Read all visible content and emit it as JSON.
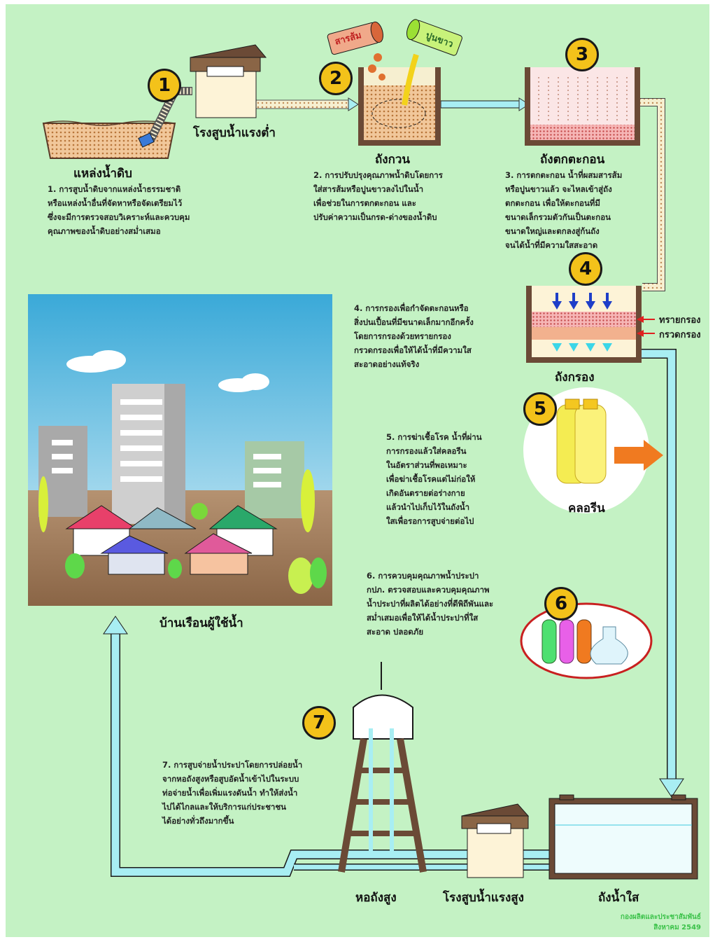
{
  "steps": [
    {
      "number": "1",
      "label": "แหล่งน้ำดิบ",
      "desc": "1. การสูบน้ำดิบจากแหล่งน้ำธรรมชาติ\nหรือแหล่งน้ำอื่นที่จัดหาหรือจัดเตรียมไว้\nซึ่งจะมีการตรวจสอบวิเคราะห์และควบคุม\nคุณภาพของน้ำดิบอย่างสม่ำเสมอ"
    },
    {
      "number": "2",
      "label": "ถังกวน",
      "desc": "2. การปรับปรุงคุณภาพน้ำดิบโดยการ\nใส่สารส้มหรือปูนขาวลงไปในน้ำ\nเพื่อช่วยในการตกตะกอน และ\nปรับค่าความเป็นกรด-ด่างของน้ำดิบ"
    },
    {
      "number": "3",
      "label": "ถังตกตะกอน",
      "desc": "3. การตกตะกอน น้ำที่ผสมสารส้ม\nหรือปูนขาวแล้ว จะไหลเข้าสู่ถัง\nตกตะกอน เพื่อให้ตะกอนที่มี\nขนาดเล็กรวมตัวกันเป็นตะกอน\nขนาดใหญ่และตกลงสู่ก้นถัง\nจนได้น้ำที่มีความใสสะอาด"
    },
    {
      "number": "4",
      "label": "ถังกรอง",
      "desc": "4. การกรองเพื่อกำจัดตะกอนหรือ\nสิ่งปนเปื้อนที่มีขนาดเล็กมากอีกครั้ง\nโดยการกรองด้วยทรายกรอง\nกรวดกรองเพื่อให้ได้น้ำที่มีความใส\nสะอาดอย่างแท้จริง"
    },
    {
      "number": "5",
      "label": "คลอรีน",
      "desc": "5. การฆ่าเชื้อโรค น้ำที่ผ่าน\nการกรองแล้วใส่คลอรีน\nในอัตราส่วนที่พอเหมาะ\nเพื่อฆ่าเชื้อโรคแต่ไม่ก่อให้\nเกิดอันตรายต่อร่างกาย\nแล้วนำไปเก็บไว้ในถังน้ำ\nใสเพื่อรอการสูบจ่ายต่อไป"
    },
    {
      "number": "6",
      "label": "",
      "desc": "6. การควบคุมคุณภาพน้ำประปา\nกปภ. ตรวจสอบและควบคุมคุณภาพ\nน้ำประปาที่ผลิตได้อย่างที่ดีพิถีพันและ\nสม่ำเสมอเพื่อให้ได้น้ำประปาที่ใส\nสะอาด ปลอดภัย"
    },
    {
      "number": "7",
      "label": "หอถังสูง",
      "desc": "7. การสูบจ่ายน้ำประปาโดยการปล่อยน้ำ\nจากหอถังสูงหรือสูบอัดน้ำเข้าไปในระบบ\nท่อจ่ายน้ำเพื่อเพิ่มแรงดันน้ำ ทำให้ส่งน้ำ\nไปได้ไกลและให้บริการแก่ประชาชน\nได้อย่างทั่วถึงมากขึ้น"
    }
  ],
  "labels": {
    "low_pump": "โรงสูบน้ำแรงต่ำ",
    "high_pump": "โรงสูบน้ำแรงสูง",
    "clear_tank": "ถังน้ำใส",
    "homes": "บ้านเรือนผู้ใช้น้ำ",
    "alum": "สารส้ม",
    "lime": "ปูนขาว",
    "sand": "ทรายกรอง",
    "gravel": "กรวดกรอง"
  },
  "credit": {
    "line1": "กองผลิตและประชาสัมพันธ์",
    "line2": "สิงหาคม 2549"
  },
  "colors": {
    "background": "#c4f2c4",
    "pipe": "#a8eef3",
    "badge": "#f3c21a",
    "building": "#5a3b28",
    "tank_wall": "#5a3b28"
  }
}
